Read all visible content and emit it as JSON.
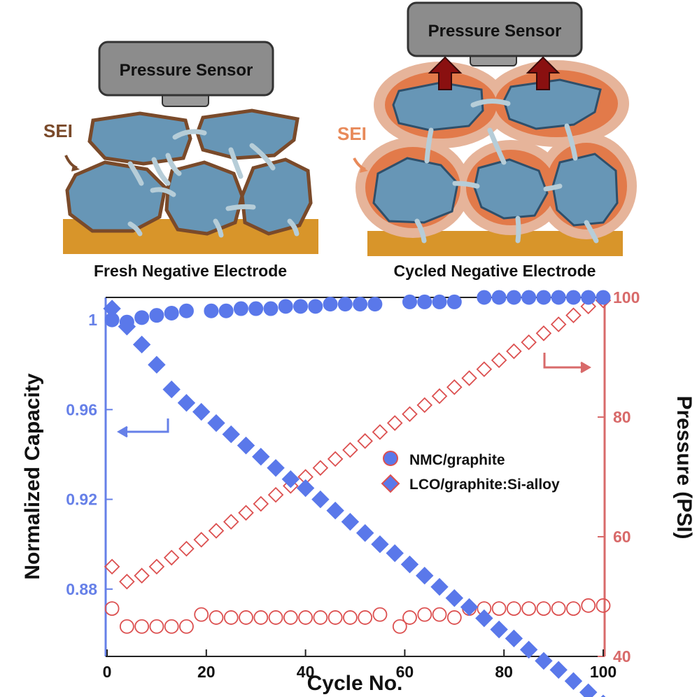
{
  "schematic": {
    "fresh": {
      "sensor_label": "Pressure Sensor",
      "sei_label": "SEI",
      "caption": "Fresh Negative Electrode"
    },
    "cycled": {
      "sensor_label": "Pressure Sensor",
      "sei_label": "SEI",
      "caption": "Cycled Negative Electrode"
    }
  },
  "colors": {
    "capacity_axis": "#6680e8",
    "pressure_axis": "#d86a6a",
    "particle": "#6796b6",
    "sei_fresh": "#7a4a2a",
    "sei_cycled": "#e88a5a",
    "substrate": "#d8952a",
    "arrow": "#8a1010",
    "capacity_marker": "#5a78ea",
    "pressure_marker": "#dc5050"
  },
  "chart_data": {
    "type": "scatter",
    "xlabel": "Cycle No.",
    "ylabel_left": "Normalized Capacity",
    "ylabel_right": "Pressure (PSI)",
    "xlim": [
      0,
      100
    ],
    "ylim_left": [
      0.85,
      1.01
    ],
    "ylim_right": [
      40,
      100
    ],
    "xticks": [
      "0",
      "20",
      "40",
      "60",
      "80",
      "100"
    ],
    "yticks_left": [
      "0.88",
      "0.92",
      "0.96",
      "1"
    ],
    "yticks_right": [
      "40",
      "60",
      "80",
      "100"
    ],
    "legend": [
      {
        "label": "NMC/graphite",
        "marker": "circle"
      },
      {
        "label": "LCO/graphite:Si-alloy",
        "marker": "diamond"
      }
    ],
    "series": [
      {
        "name": "NMC/graphite",
        "axis": "left",
        "marker": "circle",
        "fill": "filled",
        "x": [
          1,
          4,
          7,
          10,
          13,
          16,
          21,
          24,
          27,
          30,
          33,
          36,
          39,
          42,
          45,
          48,
          51,
          54,
          61,
          64,
          67,
          70,
          76,
          79,
          82,
          85,
          88,
          91,
          94,
          97,
          100
        ],
        "y": [
          1.0,
          0.999,
          1.001,
          1.002,
          1.003,
          1.004,
          1.004,
          1.004,
          1.005,
          1.005,
          1.005,
          1.006,
          1.006,
          1.006,
          1.007,
          1.007,
          1.007,
          1.007,
          1.008,
          1.008,
          1.008,
          1.008,
          1.01,
          1.01,
          1.01,
          1.01,
          1.01,
          1.01,
          1.01,
          1.01,
          1.01
        ]
      },
      {
        "name": "LCO/graphite:Si-alloy",
        "axis": "left",
        "marker": "diamond",
        "fill": "filled",
        "x": [
          1,
          4,
          7,
          10,
          13,
          16,
          19,
          22,
          25,
          28,
          31,
          34,
          37,
          40,
          43,
          46,
          49,
          52,
          55,
          58,
          61,
          64,
          67,
          70,
          73,
          76,
          79,
          82,
          85,
          88,
          91,
          94,
          97,
          100
        ],
        "y": [
          1.005,
          0.997,
          0.989,
          0.98,
          0.969,
          0.963,
          0.959,
          0.954,
          0.949,
          0.944,
          0.939,
          0.934,
          0.929,
          0.925,
          0.92,
          0.915,
          0.91,
          0.905,
          0.9,
          0.896,
          0.891,
          0.886,
          0.881,
          0.876,
          0.872,
          0.867,
          0.862,
          0.858,
          0.853,
          0.848,
          0.844,
          0.839,
          0.834,
          0.829
        ]
      },
      {
        "name": "NMC/graphite pressure",
        "axis": "right",
        "marker": "circle",
        "fill": "open",
        "x": [
          1,
          4,
          7,
          10,
          13,
          16,
          19,
          22,
          25,
          28,
          31,
          34,
          37,
          40,
          43,
          46,
          49,
          52,
          55,
          59,
          61,
          64,
          67,
          70,
          73,
          76,
          79,
          82,
          85,
          88,
          91,
          94,
          97,
          100
        ],
        "y": [
          48,
          45,
          45,
          45,
          45,
          45,
          47,
          46.5,
          46.5,
          46.5,
          46.5,
          46.5,
          46.5,
          46.5,
          46.5,
          46.5,
          46.5,
          46.5,
          47,
          45,
          46.5,
          47,
          47,
          46.5,
          48,
          48,
          48,
          48,
          48,
          48,
          48,
          48,
          48.5,
          48.5
        ]
      },
      {
        "name": "LCO/graphite:Si-alloy pressure",
        "axis": "right",
        "marker": "diamond",
        "fill": "open",
        "x": [
          1,
          4,
          7,
          10,
          13,
          16,
          19,
          22,
          25,
          28,
          31,
          34,
          37,
          40,
          43,
          46,
          49,
          52,
          55,
          58,
          61,
          64,
          67,
          70,
          73,
          76,
          79,
          82,
          85,
          88,
          91,
          94,
          97,
          100
        ],
        "y": [
          55,
          52.5,
          53.5,
          55,
          56.5,
          58,
          59.5,
          61,
          62.5,
          64,
          65.5,
          67,
          68.5,
          70,
          71.5,
          73,
          74.5,
          76,
          77.5,
          79,
          80.5,
          82,
          83.5,
          85,
          86.5,
          88,
          89.5,
          91,
          92.5,
          94,
          95.5,
          97,
          98.5,
          99.5
        ]
      }
    ]
  }
}
